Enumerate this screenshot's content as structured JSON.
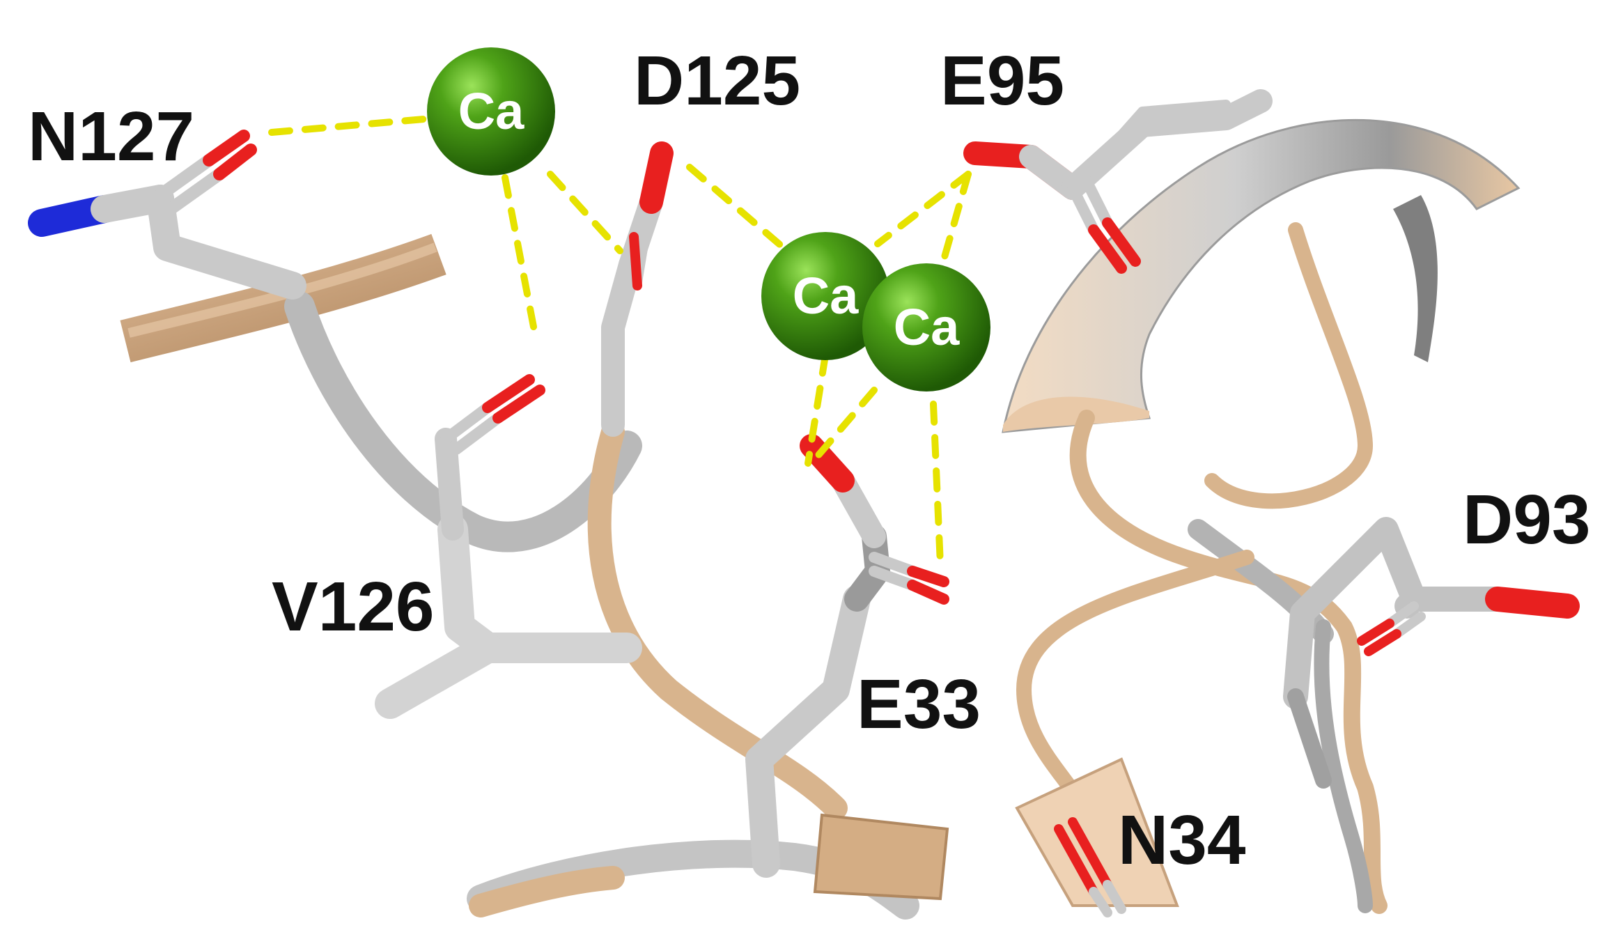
{
  "colors": {
    "carbon": "#c9c9c9",
    "carbon_dark": "#8f8f8f",
    "oxygen": "#e8201f",
    "nitrogen": "#1e2bd8",
    "backbone_tan": "#c9a27c",
    "backbone_light": "#efd7bd",
    "calcium": "#3a8a0c",
    "coordination_bond": "#e6e200"
  },
  "ions": [
    {
      "id": "ca1",
      "label": "Ca"
    },
    {
      "id": "ca2",
      "label": "Ca"
    },
    {
      "id": "ca3",
      "label": "Ca"
    }
  ],
  "residues": [
    {
      "id": "n127",
      "label": "N127"
    },
    {
      "id": "d125",
      "label": "D125"
    },
    {
      "id": "e95",
      "label": "E95"
    },
    {
      "id": "v126",
      "label": "V126"
    },
    {
      "id": "d93",
      "label": "D93"
    },
    {
      "id": "e33",
      "label": "E33"
    },
    {
      "id": "n34",
      "label": "N34"
    }
  ]
}
